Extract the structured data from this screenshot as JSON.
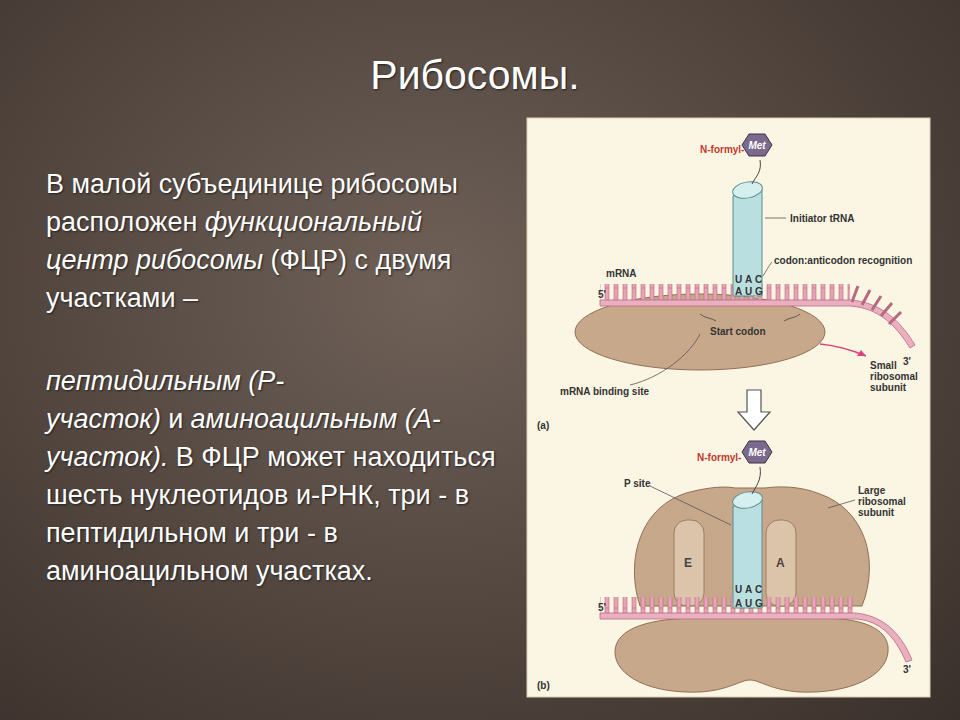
{
  "diagram": {
    "title": "Рибосомы.",
    "nodes": [
      {
        "text": [
          "Met"
        ]
      },
      {
        "text": [
          "Met"
        ]
      }
    ],
    "labels": [
      "В малой субъединице рибосомы расположен",
      "функциональный центр рибосомы",
      "(ФЦР) с двумя участками –",
      "пептидильным (Р-участок)",
      "и",
      "аминоацильным (А-участок).",
      "В ФЦР может находиться шесть нуклеотидов и-РНК, три - в пептидильном и три - в аминоацильном участках.",
      "N-formyl-",
      "Initiator tRNA",
      "codon:anticodon recognition",
      "mRNA",
      "5'",
      "U",
      "A",
      "C",
      "A",
      "U",
      "G",
      "Start codon",
      "3'",
      "mRNA binding site",
      "Small ribosomal subunit",
      "(a)",
      "N-formyl-",
      "P site",
      "Large ribosomal subunit",
      "E",
      "A",
      "U",
      "A",
      "C",
      "A",
      "U",
      "G",
      "5'",
      "3'",
      "(b)"
    ]
  }
}
